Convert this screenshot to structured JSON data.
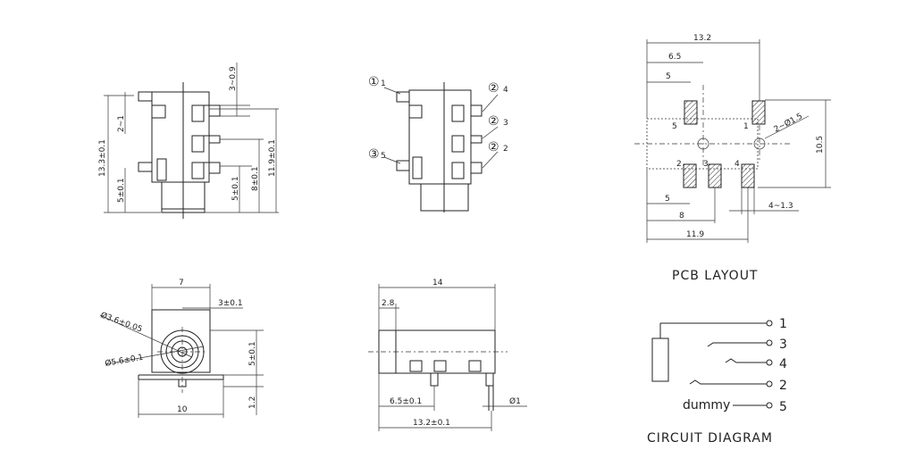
{
  "side_view": {
    "dim_top": "3~0.9",
    "dim_left_small": "2~1",
    "dim_height": "13.3±0.1",
    "dim_5": "5±0.1",
    "dim_5b": "5±0.1",
    "dim_8": "8±0.1",
    "dim_119": "11.9±0.1"
  },
  "pin_view": {
    "pin1_num": "①",
    "pin1_label": "1",
    "pin5_num": "③",
    "pin5_label": "5",
    "pin4_num": "②",
    "pin4_label": "4",
    "pin3_num": "②",
    "pin3_label": "3",
    "pin2_num": "②",
    "pin2_label": "2"
  },
  "pcb_layout": {
    "dim_132": "13.2",
    "dim_65": "6.5",
    "dim_5_top": "5",
    "dim_phi": "2~Ø1.5",
    "dim_105": "10.5",
    "dim_5_bottom": "5",
    "dim_8": "8",
    "dim_119": "11.9",
    "dim_413": "4~1.3",
    "pad_5": "5",
    "pad_1": "1",
    "pad_2": "2",
    "pad_3": "3",
    "pad_4": "4",
    "caption": "PCB LAYOUT"
  },
  "front_view": {
    "dim_7": "7",
    "dim_3": "3±0.1",
    "dim_phi36": "Ø3.6±0.05",
    "dim_phi56": "Ø5.6±0.1",
    "dim_5": "5±0.1",
    "dim_10": "10",
    "dim_12": "1.2"
  },
  "bottom_view": {
    "dim_14": "14",
    "dim_28": "2.8",
    "dim_65": "6.5±0.1",
    "dim_phi1": "Ø1",
    "dim_132": "13.2±0.1"
  },
  "circuit": {
    "pin1": "1",
    "pin3": "3",
    "pin4": "4",
    "pin2": "2",
    "pin5": "5",
    "dummy": "dummy",
    "caption": "CIRCUIT DIAGRAM"
  }
}
